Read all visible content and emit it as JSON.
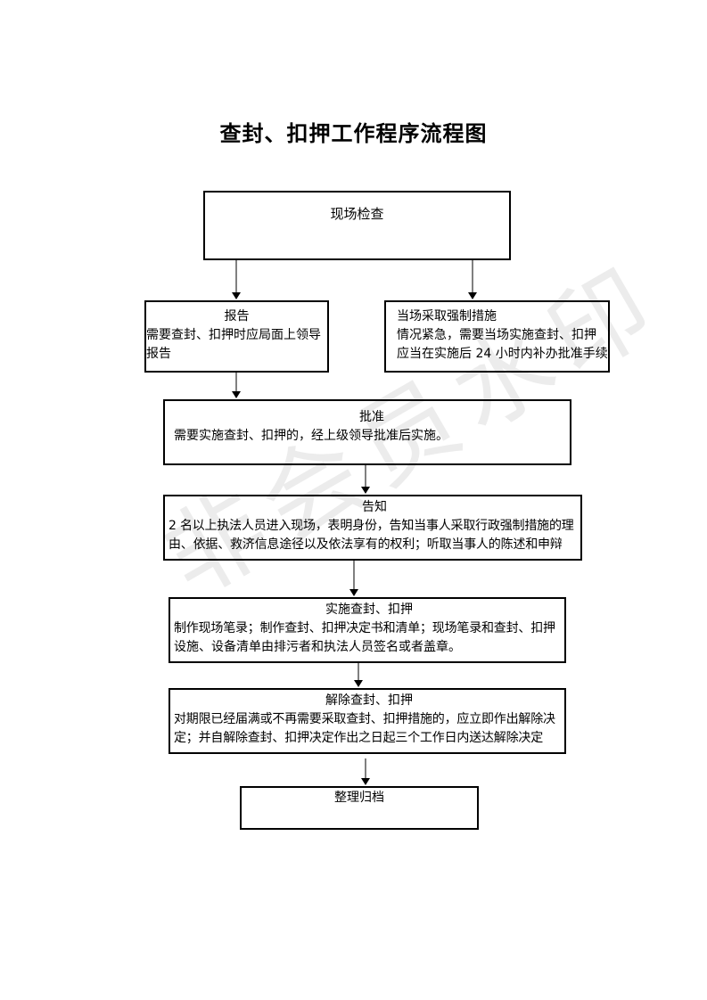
{
  "title": "查封、扣押工作程序流程图",
  "watermark": "非会员水印",
  "steps": {
    "site_check": {
      "heading": "现场检查"
    },
    "report": {
      "heading": "报告",
      "lines": [
        "需要查封、扣押时应局面上领导",
        "报告"
      ]
    },
    "emergency": {
      "heading": "当场采取强制措施",
      "lines": [
        "情况紧急，需要当场实施查封、扣押",
        "应当在实施后 24 小时内补办批准手续"
      ]
    },
    "approve": {
      "heading": "批准",
      "lines": [
        "需要实施查封、扣押的，经上级领导批准后实施。"
      ]
    },
    "notify": {
      "heading": "告知",
      "lines": [
        "2 名以上执法人员进入现场，表明身份，告知当事人采取行政强制措施的理",
        "由、依据、救济信息途径以及依法享有的权利；听取当事人的陈述和申辩"
      ]
    },
    "execute": {
      "heading": "实施查封、扣押",
      "lines": [
        "制作现场笔录；制作查封、扣押决定书和清单；现场笔录和查封、扣押",
        "设施、设备清单由排污者和执法人员签名或者盖章。"
      ]
    },
    "release": {
      "heading": "解除查封、扣押",
      "lines": [
        "对期限已经届满或不再需要采取查封、扣押措施的，应立即作出解除决",
        "定；并自解除查封、扣押决定作出之日起三个工作日内送达解除决定"
      ]
    },
    "archive": {
      "heading": "整理归档"
    }
  }
}
